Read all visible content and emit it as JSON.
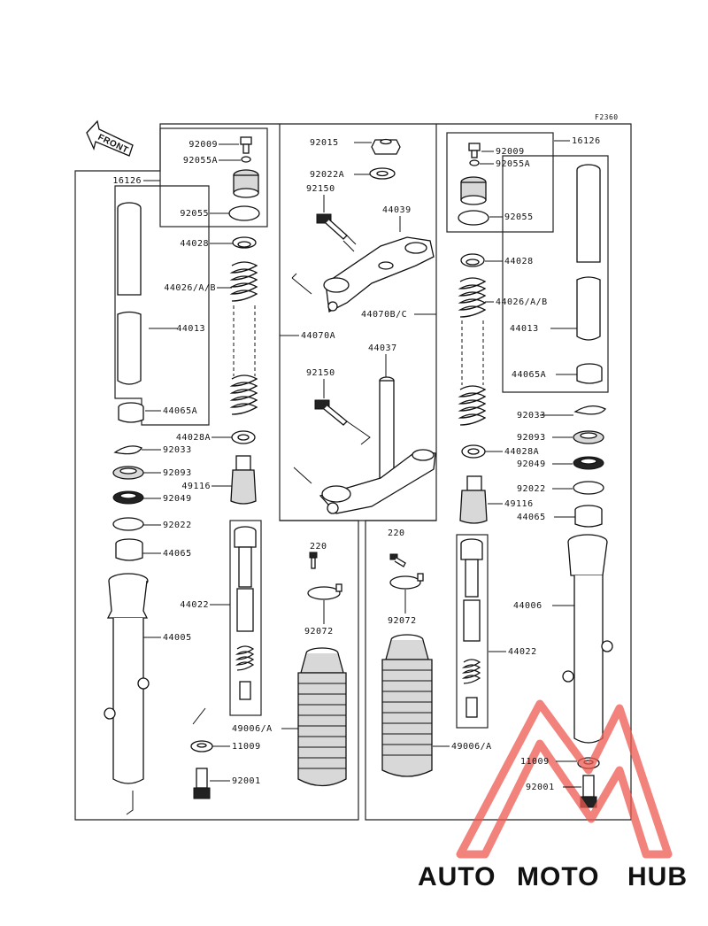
{
  "figure_code": "F2360",
  "front_label": "FRONT",
  "watermark": {
    "word_a": "AUTO",
    "word_b": "MOTO",
    "word_c": "HUB",
    "color_a": "#f5a623",
    "color_b": "#ee6f61",
    "color_c": "#585858",
    "logo_color": "#ee5a50"
  },
  "left_labels": [
    "92009",
    "92055A",
    "92055",
    "16126",
    "44028",
    "44026/A/B",
    "44013",
    "44065A",
    "44028A",
    "92033",
    "92093",
    "49116",
    "92049",
    "92022",
    "44065",
    "44022",
    "44005",
    "49006/A",
    "11009",
    "92001",
    "44070A",
    "220",
    "92072"
  ],
  "center_labels": [
    "92015",
    "92022A",
    "92150",
    "44039",
    "44070B/C",
    "44037",
    "92150"
  ],
  "right_labels": [
    "92009",
    "92055A",
    "16126",
    "92055",
    "44028",
    "44026/A/B",
    "44013",
    "44065A",
    "92033",
    "92093",
    "44028A",
    "92049",
    "92022",
    "49116",
    "44065",
    "220",
    "92072",
    "44006",
    "44022",
    "49006/A",
    "11009",
    "92001"
  ]
}
